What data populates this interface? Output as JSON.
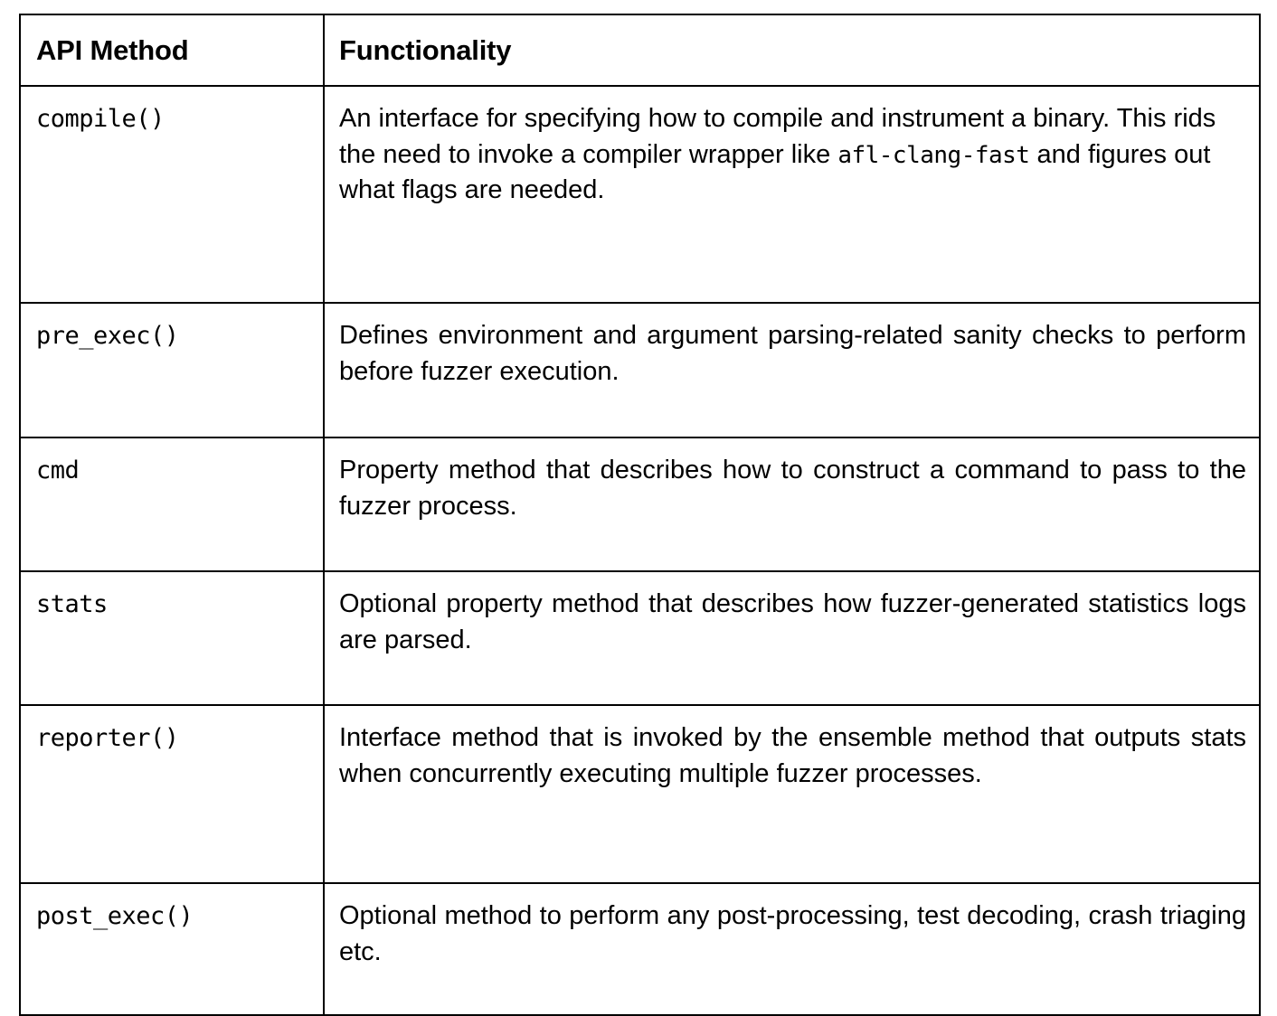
{
  "table": {
    "columns": [
      {
        "key": "api_method",
        "label": "API Method"
      },
      {
        "key": "functionality",
        "label": "Functionality"
      }
    ],
    "rows": [
      {
        "api_method": "compile()",
        "functionality_part1": "An interface for specifying how to compile and instrument a binary. This rids the need to invoke a compiler wrapper like ",
        "functionality_code": "afl-clang-fast",
        "functionality_part2": " and figures out what flags are needed.",
        "functionality_plain": "An interface for specifying how to compile and instrument a binary. This rids the need to invoke a compiler wrapper like afl-clang-fast and figures out what flags are needed."
      },
      {
        "api_method": "pre_exec()",
        "functionality": "Defines environment and argument parsing-related sanity checks to perform before fuzzer execution."
      },
      {
        "api_method": "cmd",
        "functionality": "Property method that describes how to construct a command to pass to the fuzzer process."
      },
      {
        "api_method": "stats",
        "functionality": "Optional property method that describes how fuzzer-generated statistics logs are parsed."
      },
      {
        "api_method": "reporter()",
        "functionality": "Interface method that is invoked by the ensemble method that outputs stats when concurrently executing multiple fuzzer processes."
      },
      {
        "api_method": "post_exec()",
        "functionality": "Optional method to perform any post-processing, test decoding, crash triaging etc."
      }
    ]
  },
  "style": {
    "border_color": "#000000",
    "text_color": "#000000",
    "background_color": "#ffffff"
  }
}
